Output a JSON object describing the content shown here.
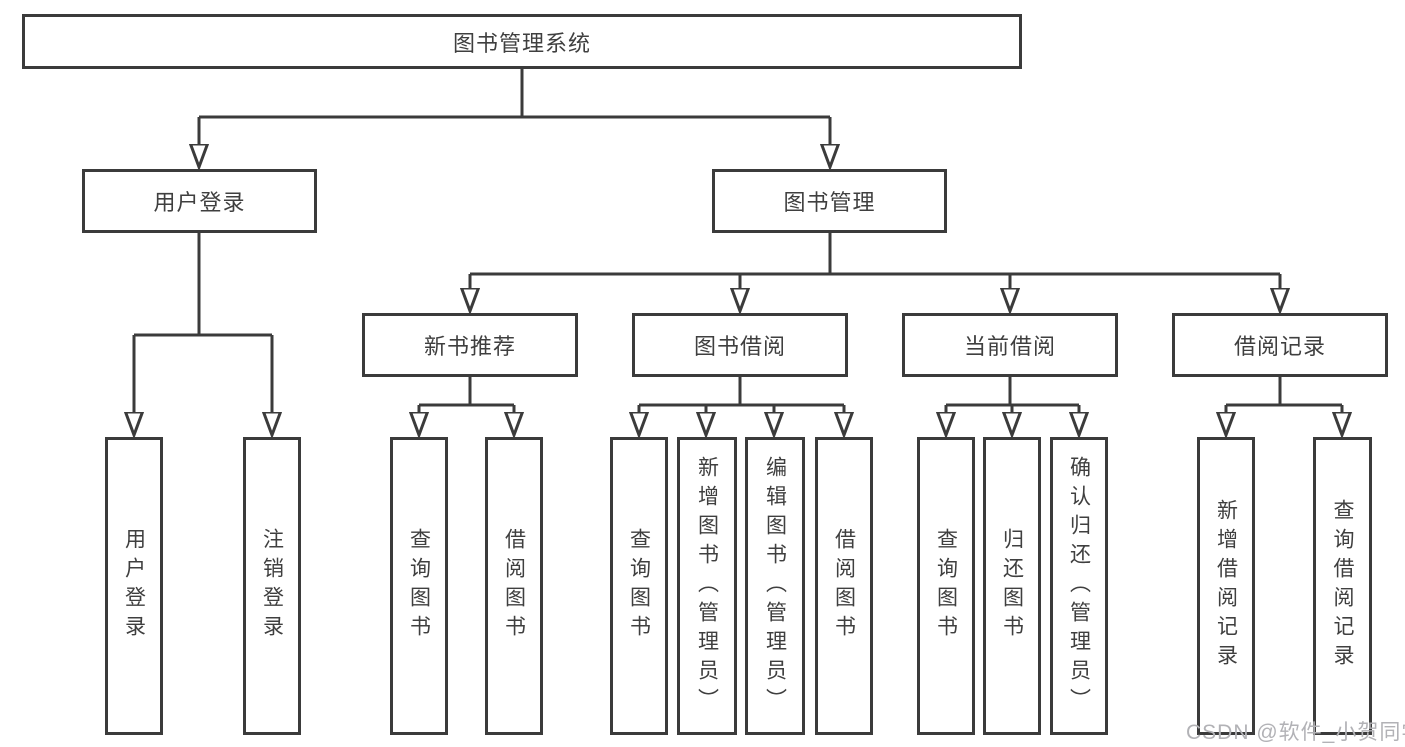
{
  "tree": {
    "root": "图书管理系统",
    "user_login": {
      "label": "用户登录",
      "children": [
        "用户登录",
        "注销登录"
      ]
    },
    "book_mgmt": {
      "label": "图书管理",
      "groups": [
        {
          "label": "新书推荐",
          "children": [
            "查询图书",
            "借阅图书"
          ]
        },
        {
          "label": "图书借阅",
          "children": [
            "查询图书",
            "新增图书（管理员）",
            "编辑图书（管理员）",
            "借阅图书"
          ]
        },
        {
          "label": "当前借阅",
          "children": [
            "查询图书",
            "归还图书",
            "确认归还（管理员）"
          ]
        },
        {
          "label": "借阅记录",
          "children": [
            "新增借阅记录",
            "查询借阅记录"
          ]
        }
      ]
    }
  },
  "watermark": "CSDN @软件_小贺同学",
  "colors": {
    "line": "#3b3b3b",
    "text": "#3f3f3f",
    "watermark": "#b2b2b6",
    "background": "#ffffff"
  }
}
